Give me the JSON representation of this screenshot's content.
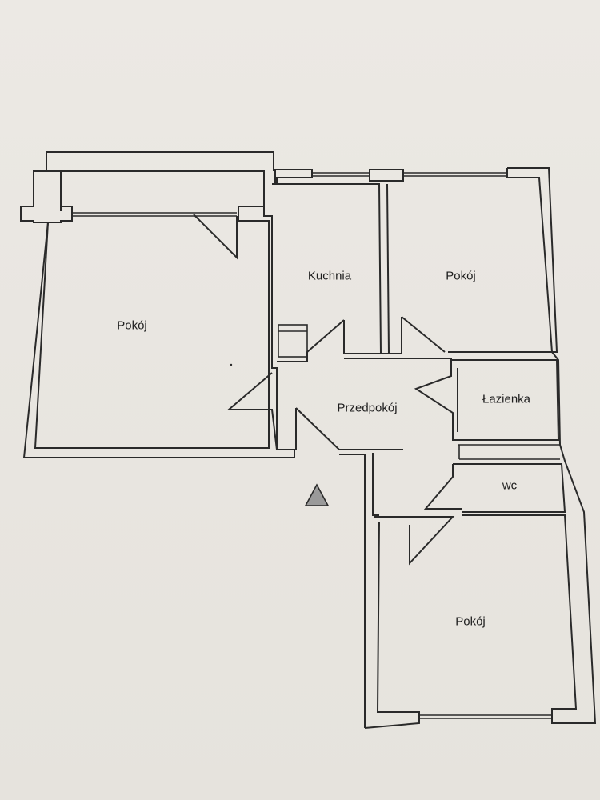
{
  "rooms": {
    "living_left": {
      "label": "Pokój"
    },
    "kitchen": {
      "label": "Kuchnia"
    },
    "room_top_right": {
      "label": "Pokój"
    },
    "hall": {
      "label": "Przedpokój"
    },
    "bathroom": {
      "label": "Łazienka"
    },
    "toilet": {
      "label": "wc"
    },
    "room_bottom_right": {
      "label": "Pokój"
    }
  },
  "colors": {
    "wall": "#2a2a2a",
    "paper": "#e9e6e1",
    "marker_fill": "#9a9a9a"
  },
  "icons": {
    "entrance_marker": "triangle-marker-icon"
  }
}
